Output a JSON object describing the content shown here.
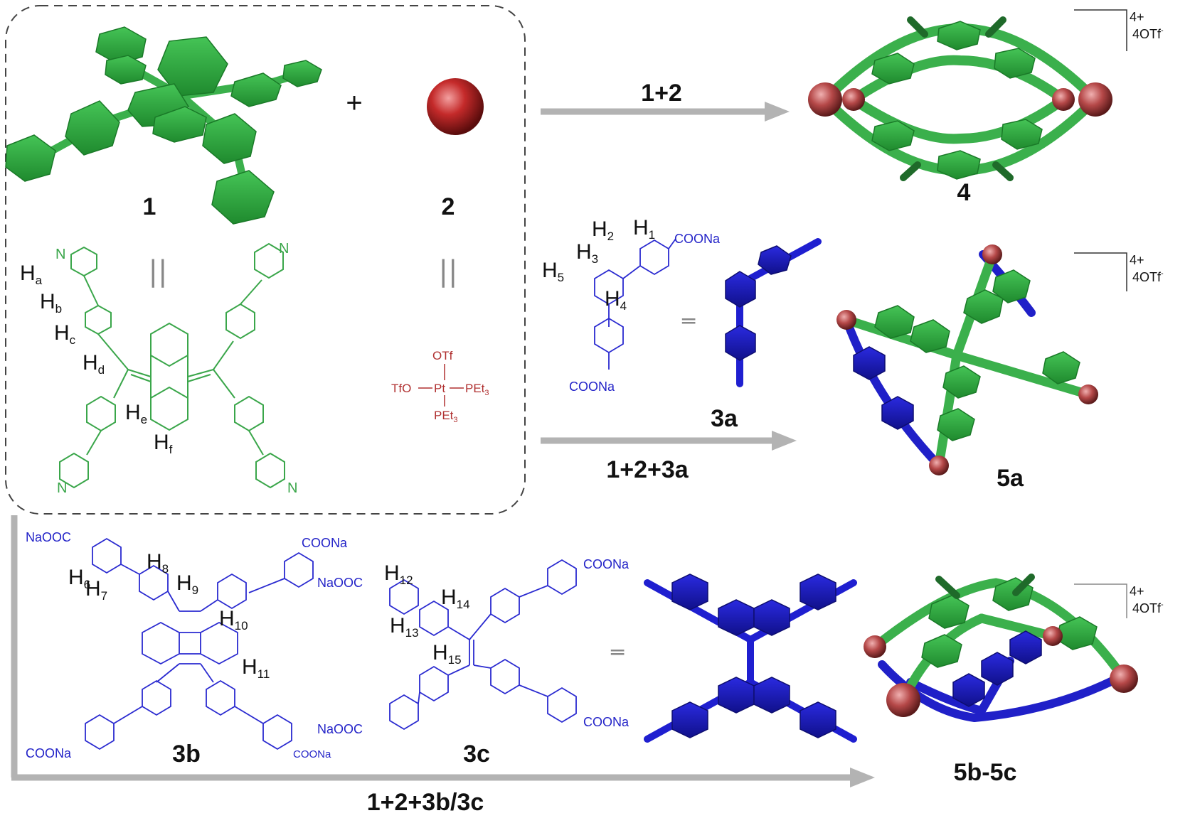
{
  "compounds": {
    "c1": "1",
    "c2": "2",
    "c3a": "3a",
    "c3b": "3b",
    "c3c": "3c",
    "c4": "4",
    "c5a": "5a",
    "c5bc": "5b-5c"
  },
  "reactions": {
    "r1": "1+2",
    "r2": "1+2+3a",
    "r3": "1+2+3b/3c"
  },
  "charges": {
    "charge": "4+",
    "counterion": "4OTf",
    "counterion_sup": "-"
  },
  "plus_sign": "+",
  "equiv_sign": "||",
  "labels_1": {
    "N": "N",
    "Ha": "H",
    "Ha_sub": "a",
    "Hb": "H",
    "Hb_sub": "b",
    "Hc": "H",
    "Hc_sub": "c",
    "Hd": "H",
    "Hd_sub": "d",
    "He": "H",
    "He_sub": "e",
    "Hf": "H",
    "Hf_sub": "f"
  },
  "labels_2": {
    "otf": "OTf",
    "tfo": "TfO",
    "pt": "Pt",
    "pet3": "PEt",
    "pet3_sub": "3"
  },
  "labels_3a": {
    "coona_top": "COONa",
    "coona_bottom": "COONa",
    "H1": "1",
    "H2": "2",
    "H3": "3",
    "H4": "4",
    "H5": "5"
  },
  "labels_3b": {
    "naooc_tl": "NaOOC",
    "coona_tr": "COONa",
    "coona_bl": "COONa",
    "coona_br": "COONa",
    "H6": "6",
    "H7": "7",
    "H8": "8",
    "H9": "9",
    "H10": "10",
    "H11": "11"
  },
  "labels_3c": {
    "naooc_tl": "NaOOC",
    "coona_tr": "COONa",
    "naooc_bl": "NaOOC",
    "coona_br": "COONa",
    "H12": "12",
    "H13": "13",
    "H14": "14",
    "H15": "15"
  },
  "colors": {
    "green": "#3aa64a",
    "green_dark": "#1e7a2c",
    "blue": "#2a2ad0",
    "blue_dark": "#141488",
    "red": "#b03030",
    "arrow_gray": "#b3b3b3"
  }
}
